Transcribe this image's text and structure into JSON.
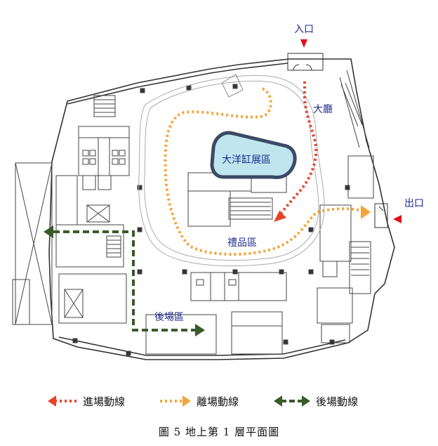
{
  "labels": {
    "entrance": "入口",
    "exit": "出口",
    "lobby": "大廳",
    "tank": "大洋缸展區",
    "gift": "禮品區",
    "backstage": "後場區"
  },
  "legend": {
    "entry": "進場動線",
    "leave": "離場動線",
    "back": "後場動線"
  },
  "caption": "圖 5  地上第 1 層平面圖",
  "colors": {
    "entry": "#e8432a",
    "leave": "#f5a43a",
    "back": "#3a5a2a",
    "label": "#1f2a8c",
    "tank": "#bfe6ee",
    "marker": "#e0101a"
  }
}
